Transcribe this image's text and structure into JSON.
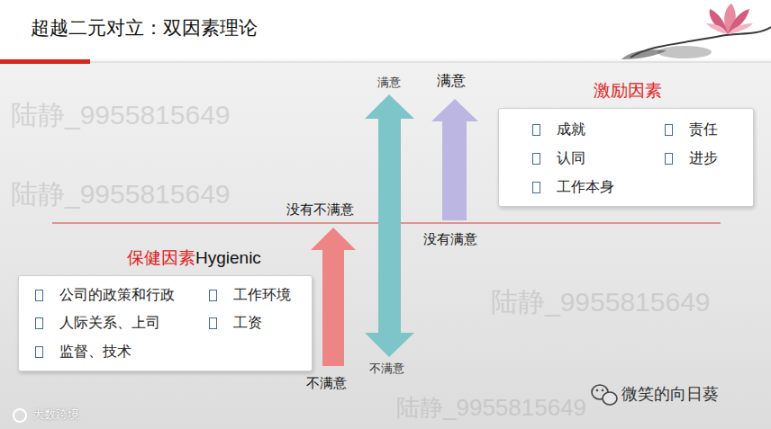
{
  "diagram": {
    "title": "超越二元对立：双因素理论",
    "nodes": [
      {
        "text": [
          "激励因素",
          "成就",
          "责任",
          "认同",
          "进步",
          "工作本身"
        ]
      },
      {
        "text": [
          "保健因素",
          "Hygienic",
          "公司的政策和行政",
          "工作环境",
          "人际关系、上司",
          "工资",
          "监督、技术"
        ]
      }
    ],
    "labels": [
      "满意",
      "满意",
      "没有不满意",
      "没有满意",
      "不满意",
      "不满意",
      "陆静_9955815649",
      "陆静_9955815649",
      "陆静_9955815649",
      "陆静_9955815649",
      "大数跨境",
      "微笑的向日葵"
    ]
  }
}
